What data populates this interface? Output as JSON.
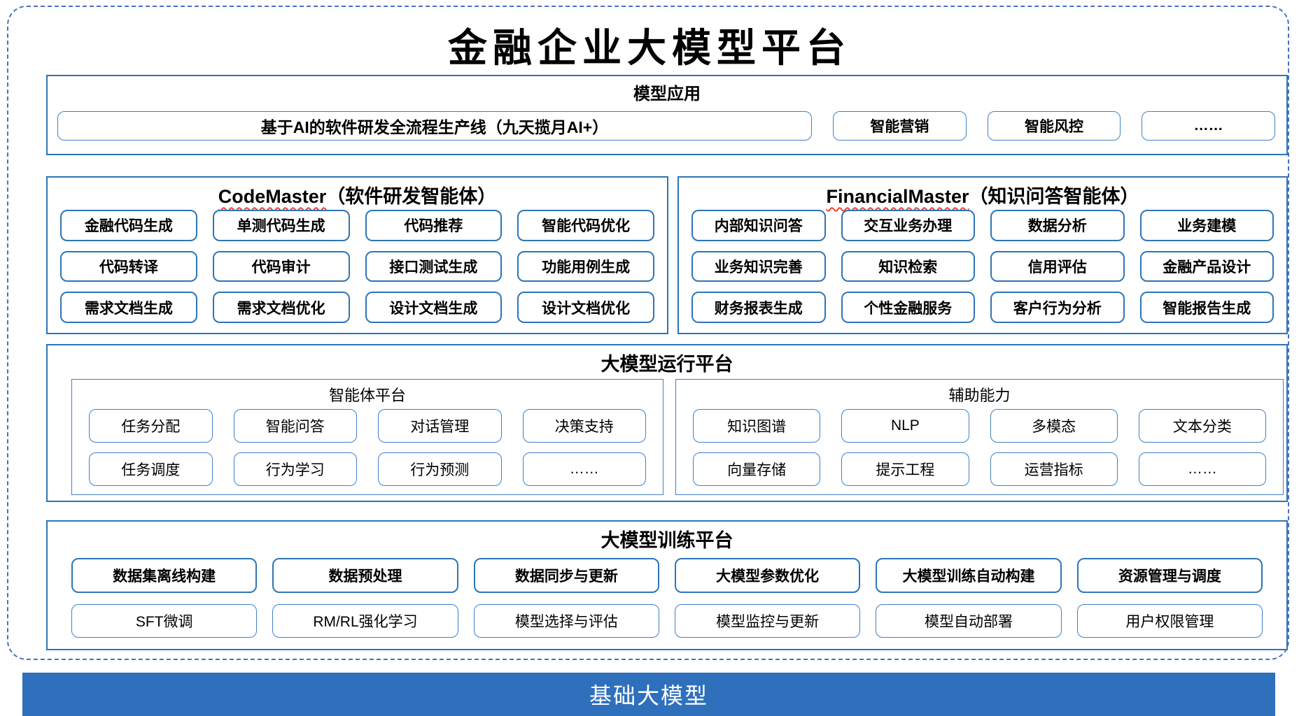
{
  "title": "金融企业大模型平台",
  "applications": {
    "header": "模型应用",
    "main_item": "基于AI的软件研发全流程生产线（九天揽月AI+）",
    "items": [
      "智能营销",
      "智能风控",
      "……"
    ]
  },
  "code_master": {
    "title_en": "CodeMaster",
    "title_zh": "（软件研发智能体）",
    "items": [
      "金融代码生成",
      "单测代码生成",
      "代码推荐",
      "智能代码优化",
      "代码转译",
      "代码审计",
      "接口测试生成",
      "功能用例生成",
      "需求文档生成",
      "需求文档优化",
      "设计文档生成",
      "设计文档优化"
    ]
  },
  "financial_master": {
    "title_en": "FinancialMaster",
    "title_zh": "（知识问答智能体）",
    "items": [
      "内部知识问答",
      "交互业务办理",
      "数据分析",
      "业务建模",
      "业务知识完善",
      "知识检索",
      "信用评估",
      "金融产品设计",
      "财务报表生成",
      "个性金融服务",
      "客户行为分析",
      "智能报告生成"
    ]
  },
  "runtime": {
    "header": "大模型运行平台",
    "agent": {
      "header": "智能体平台",
      "items": [
        "任务分配",
        "智能问答",
        "对话管理",
        "决策支持",
        "任务调度",
        "行为学习",
        "行为预测",
        "……"
      ]
    },
    "aux": {
      "header": "辅助能力",
      "items": [
        "知识图谱",
        "NLP",
        "多模态",
        "文本分类",
        "向量存储",
        "提示工程",
        "运营指标",
        "……"
      ]
    }
  },
  "training": {
    "header": "大模型训练平台",
    "row1": [
      "数据集离线构建",
      "数据预处理",
      "数据同步与更新",
      "大模型参数优化",
      "大模型训练自动构建",
      "资源管理与调度"
    ],
    "row2": [
      "SFT微调",
      "RM/RL强化学习",
      "模型选择与评估",
      "模型监控与更新",
      "模型自动部署",
      "用户权限管理"
    ]
  },
  "foundation": {
    "label": "基础大模型"
  },
  "colors": {
    "accent_border": "#2e75b6",
    "light_border": "#4080c8",
    "dashed_border": "#4472c4",
    "foundation_bar": "#2e70bc",
    "wavy_underline": "#f04134",
    "text": "#000000",
    "foundation_text": "#ffffff"
  }
}
